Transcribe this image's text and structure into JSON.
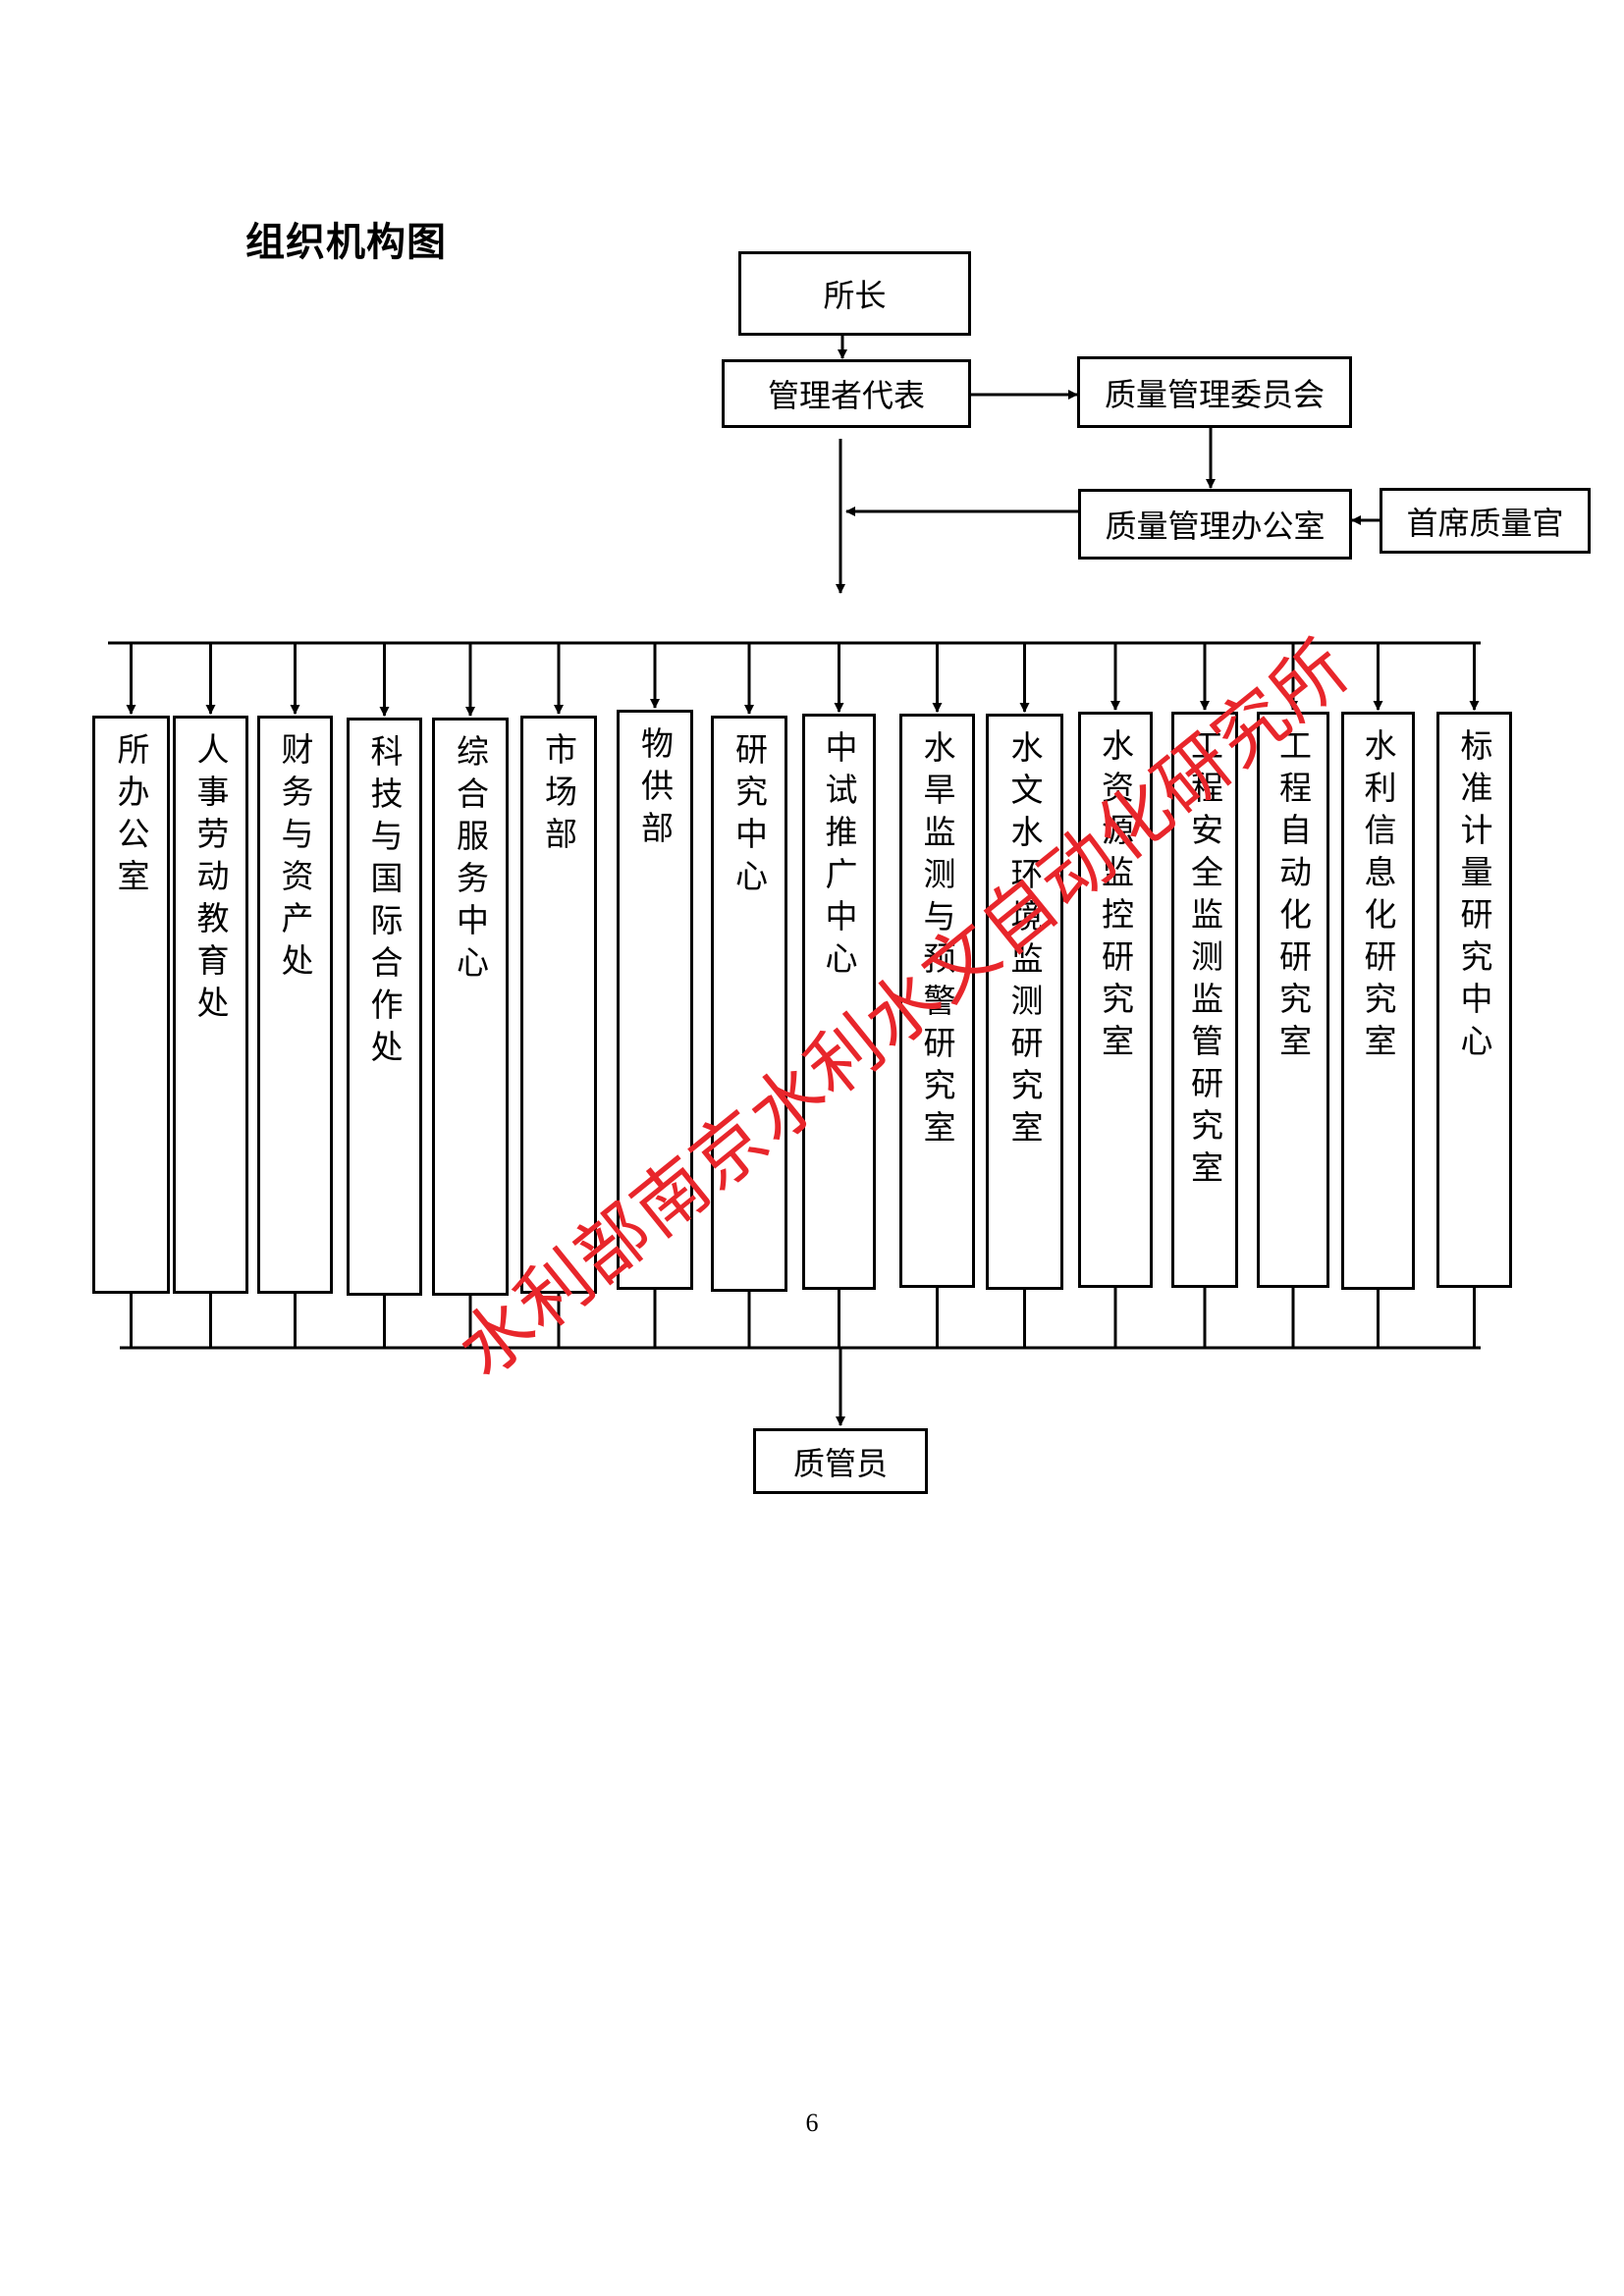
{
  "page_title": "组织机构图",
  "director": "所长",
  "management_representative": "管理者代表",
  "quality_committee": "质量管理委员会",
  "quality_office": "质量管理办公室",
  "chief_quality_officer": "首席质量官",
  "quality_inspector": "质管员",
  "departments": [
    "所办公室",
    "人事劳动教育处",
    "财务与资产处",
    "科技与国际合作处",
    "综合服务中心",
    "市场部",
    "物供部",
    "研究中心",
    "中试推广中心",
    "水旱监测与预警研究室",
    "水文水环境监测研究室",
    "水资源监控研究室",
    "工程安全监测监管研究室",
    "工程自动化研究室",
    "水利信息化研究室",
    "标准计量研究中心"
  ],
  "stamp_text": "水利部南京水利水文自动化研究所",
  "page_number": "6",
  "colors": {
    "stamp": "#e8262b",
    "line": "#000000"
  }
}
